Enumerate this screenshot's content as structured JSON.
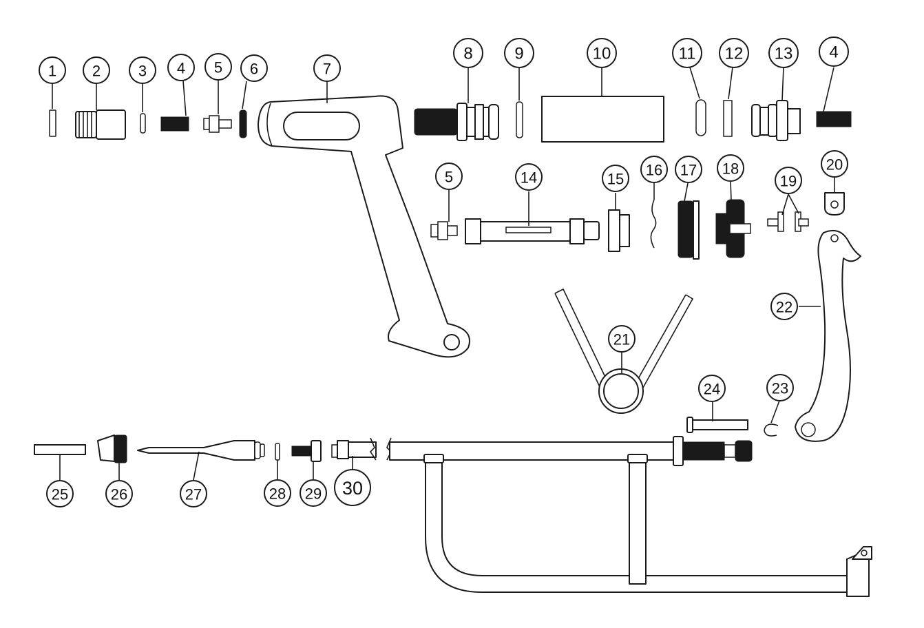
{
  "callouts": [
    {
      "id": "c1",
      "label": "1"
    },
    {
      "id": "c2",
      "label": "2"
    },
    {
      "id": "c3",
      "label": "3"
    },
    {
      "id": "c4a",
      "label": "4"
    },
    {
      "id": "c5a",
      "label": "5"
    },
    {
      "id": "c6",
      "label": "6"
    },
    {
      "id": "c7",
      "label": "7"
    },
    {
      "id": "c8",
      "label": "8"
    },
    {
      "id": "c9",
      "label": "9"
    },
    {
      "id": "c10",
      "label": "10"
    },
    {
      "id": "c11",
      "label": "11"
    },
    {
      "id": "c12",
      "label": "12"
    },
    {
      "id": "c13",
      "label": "13"
    },
    {
      "id": "c4b",
      "label": "4"
    },
    {
      "id": "c5b",
      "label": "5"
    },
    {
      "id": "c14",
      "label": "14"
    },
    {
      "id": "c15",
      "label": "15"
    },
    {
      "id": "c16",
      "label": "16"
    },
    {
      "id": "c17",
      "label": "17"
    },
    {
      "id": "c18",
      "label": "18"
    },
    {
      "id": "c19",
      "label": "19"
    },
    {
      "id": "c20",
      "label": "20"
    },
    {
      "id": "c21",
      "label": "21"
    },
    {
      "id": "c22",
      "label": "22"
    },
    {
      "id": "c23",
      "label": "23"
    },
    {
      "id": "c24",
      "label": "24"
    },
    {
      "id": "c25",
      "label": "25"
    },
    {
      "id": "c26",
      "label": "26"
    },
    {
      "id": "c27",
      "label": "27"
    },
    {
      "id": "c28",
      "label": "28"
    },
    {
      "id": "c29",
      "label": "29"
    },
    {
      "id": "c30",
      "label": "30"
    }
  ]
}
